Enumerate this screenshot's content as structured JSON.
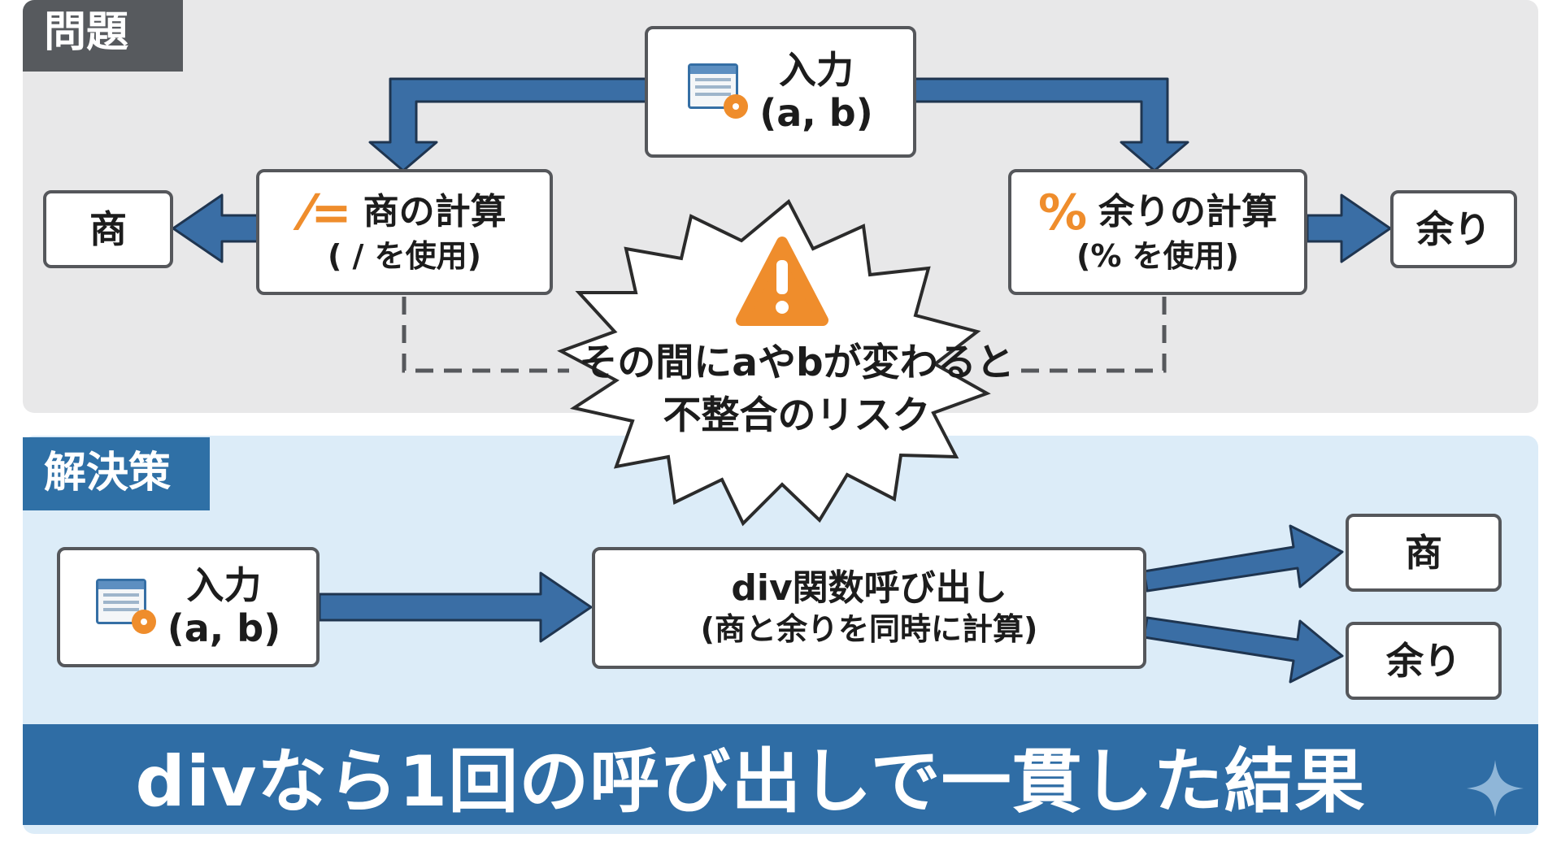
{
  "problem": {
    "title": "問題",
    "input": {
      "label": "入力",
      "sub": "(a, b)",
      "icon": "window-gear-icon"
    },
    "quotient_calc": {
      "icon": "divide-icon",
      "icon_glyph": "⁄=",
      "label": "商の計算",
      "sub": "( / を使用)"
    },
    "remainder_calc": {
      "icon": "percent-icon",
      "icon_glyph": "%",
      "label": "余りの計算",
      "sub": "(% を使用)"
    },
    "quotient_out": "商",
    "remainder_out": "余り",
    "warning": {
      "icon": "warning-icon",
      "line1": "その間にaやbが変わると",
      "line2": "不整合のリスク"
    }
  },
  "solution": {
    "title": "解決策",
    "input": {
      "label": "入力",
      "sub": "(a, b)",
      "icon": "window-gear-icon"
    },
    "call": {
      "label": "div関数呼び出し",
      "sub": "(商と余りを同時に計算)"
    },
    "quotient_out": "商",
    "remainder_out": "余り"
  },
  "footer": {
    "text": "divなら1回の呼び出しで一貫した結果",
    "icon": "sparkle-icon"
  },
  "colors": {
    "arrow": "#3a6ea5",
    "arrow_outline": "#1f3550",
    "accent_orange": "#ef8d2c",
    "problem_bg": "#e8e8e9",
    "solution_bg": "#dcecf8",
    "footer_bg": "#2f6da5"
  }
}
